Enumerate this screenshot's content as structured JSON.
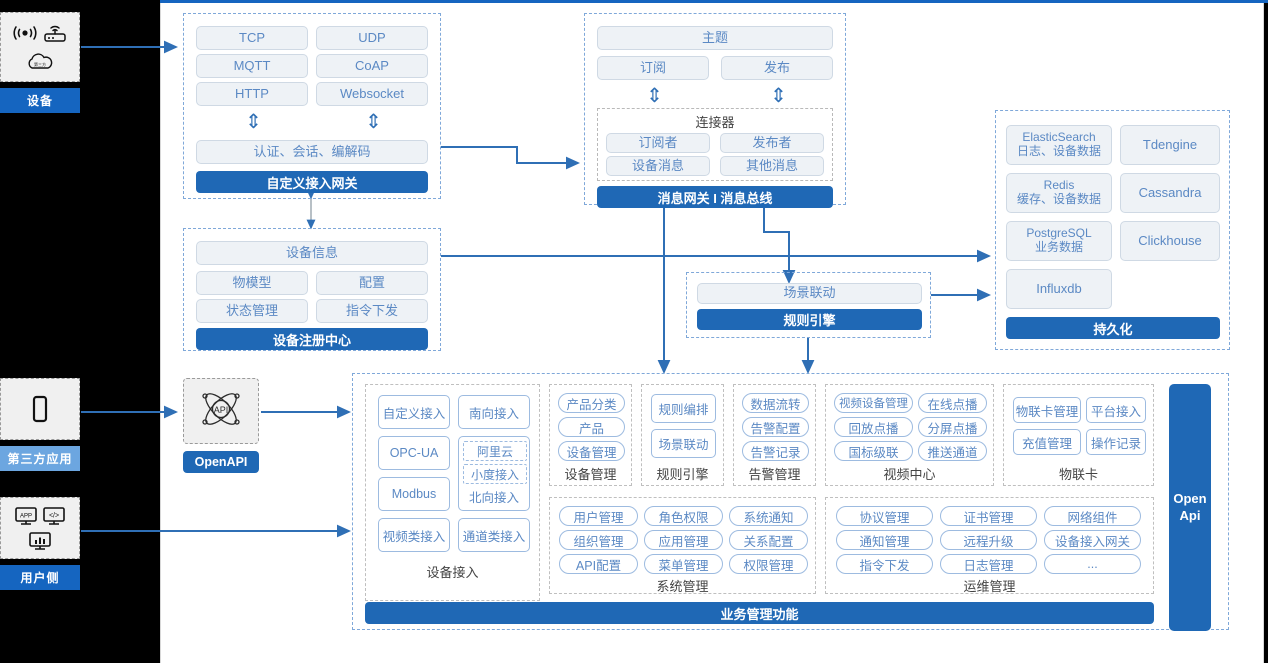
{
  "left_rail": [
    {
      "name": "device",
      "label": "设备",
      "label_style": "dark",
      "icons": [
        "wifi-signal-icon",
        "router-icon",
        "cloud-icon"
      ]
    },
    {
      "name": "third-party-app",
      "label": "第三方应用",
      "label_style": "light",
      "icons": [
        "mobile-phone-icon"
      ]
    },
    {
      "name": "user-side",
      "label": "用户侧",
      "label_style": "dark",
      "icons": [
        "app-window-icon",
        "code-window-icon",
        "chart-window-icon"
      ]
    }
  ],
  "gateway": {
    "protocols": [
      "TCP",
      "UDP",
      "MQTT",
      "CoAP",
      "HTTP",
      "Websocket"
    ],
    "middle": "认证、会话、编解码",
    "title": "自定义接入网关"
  },
  "message_bus": {
    "topic": "主题",
    "subscribe": "订阅",
    "publish": "发布",
    "connector_title": "连接器",
    "connector_items": [
      "订阅者",
      "发布者",
      "设备消息",
      "其他消息"
    ],
    "title": "消息网关 I 消息总线"
  },
  "registry": {
    "header": "设备信息",
    "items": [
      "物模型",
      "配置",
      "状态管理",
      "指令下发"
    ],
    "title": "设备注册中心"
  },
  "rule_engine": {
    "item": "场景联动",
    "title": "规则引擎"
  },
  "persistence": {
    "stores": [
      {
        "name": "ElasticSearch",
        "desc": "日志、设备数据"
      },
      {
        "name": "Tdengine",
        "desc": ""
      },
      {
        "name": "Redis",
        "desc": "缓存、设备数据"
      },
      {
        "name": "Cassandra",
        "desc": ""
      },
      {
        "name": "PostgreSQL",
        "desc": "业务数据"
      },
      {
        "name": "Clickhouse",
        "desc": ""
      },
      {
        "name": "Influxdb",
        "desc": ""
      }
    ],
    "title": "持久化"
  },
  "openapi": {
    "icon": "api-atom-icon",
    "label": "OpenAPI"
  },
  "open_api_bar": {
    "line1": "Open",
    "line2": "Api"
  },
  "business": {
    "banner": "业务管理功能",
    "device_access": {
      "caption": "设备接入",
      "left": [
        "自定义接入",
        "OPC-UA",
        "Modbus",
        "视频类接入"
      ],
      "right_top": "南向接入",
      "nested": [
        "阿里云",
        "小度接入"
      ],
      "right_mid": "北向接入",
      "right_bottom": "通道类接入"
    },
    "columns_top": [
      {
        "caption": "设备管理",
        "items": [
          "产品分类",
          "产品",
          "设备管理"
        ],
        "cols": 1
      },
      {
        "caption": "规则引擎",
        "items": [
          "规则编排",
          "场景联动"
        ],
        "cols": 1
      },
      {
        "caption": "告警管理",
        "items": [
          "数据流转",
          "告警配置",
          "告警记录"
        ],
        "cols": 1
      },
      {
        "caption": "视频中心",
        "items": [
          "视频设备管理",
          "在线点播",
          "回放点播",
          "分屏点播",
          "国标级联",
          "推送通道"
        ],
        "cols": 2
      },
      {
        "caption": "物联卡",
        "items": [
          "物联卡管理",
          "平台接入",
          "充值管理",
          "操作记录"
        ],
        "cols": 2
      }
    ],
    "columns_bottom": [
      {
        "caption": "系统管理",
        "items": [
          "用户管理",
          "角色权限",
          "系统通知",
          "组织管理",
          "应用管理",
          "关系配置",
          "API配置",
          "菜单管理",
          "权限管理"
        ],
        "cols": 3
      },
      {
        "caption": "运维管理",
        "items": [
          "协议管理",
          "证书管理",
          "网络组件",
          "通知管理",
          "远程升级",
          "设备接入网关",
          "指令下发",
          "日志管理",
          "..."
        ],
        "cols": 3
      }
    ]
  },
  "colors": {
    "accent_blue": "#1f68b5",
    "rail_blue": "#1565c0",
    "rail_blue_light": "#6ca6e0",
    "dashed_border": "#7fa8d9",
    "pill_bg": "#eef2f6",
    "pill_text": "#5b89c4",
    "wire": "#2f6fb5",
    "page_bg": "#000000",
    "panel_bg": "#ffffff"
  }
}
